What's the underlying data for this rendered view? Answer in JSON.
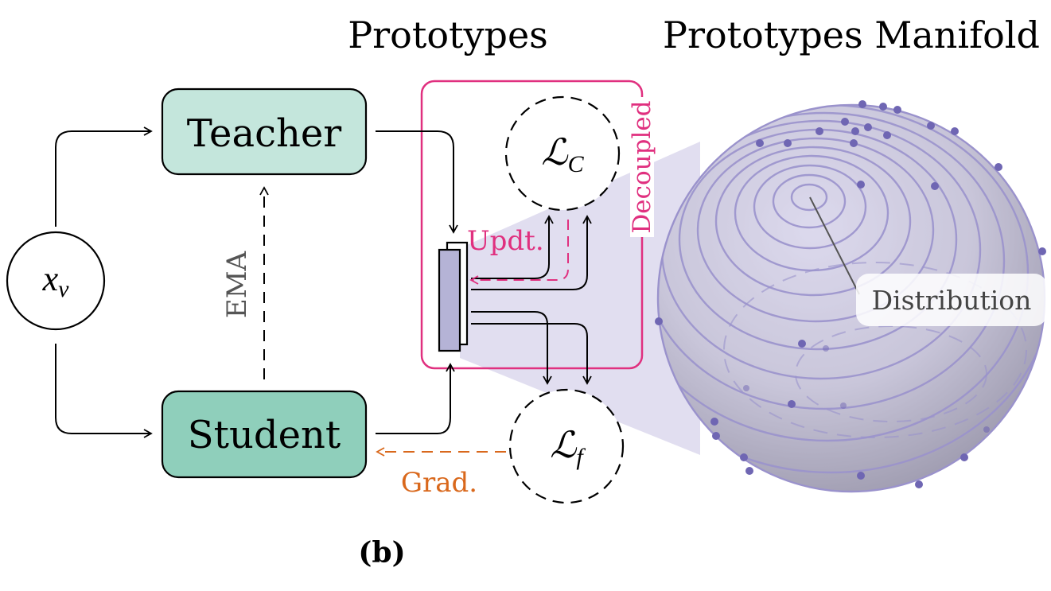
{
  "headings": {
    "prototypes": "Prototypes",
    "manifold": "Prototypes Manifold"
  },
  "nodes": {
    "input": {
      "symbol": "x",
      "subscript": "v"
    },
    "teacher": "Teacher",
    "student": "Student",
    "loss_c": {
      "symbol": "ℒ",
      "subscript": "C"
    },
    "loss_f": {
      "symbol": "ℒ",
      "subscript": "f"
    }
  },
  "edge_labels": {
    "ema": "EMA",
    "update": "Updt.",
    "grad": "Grad.",
    "decoupled": "Decoupled",
    "distribution": "Distribution"
  },
  "caption": "(b)",
  "colors": {
    "teacher_fill": "#c4e6dc",
    "student_fill": "#8fcfbb",
    "decoupled_box": "#e0307f",
    "update_arrow": "#e0307f",
    "grad_arrow": "#d9681c",
    "manifold": "#9a92cc",
    "prototype_bank": "#b5b3d6"
  }
}
